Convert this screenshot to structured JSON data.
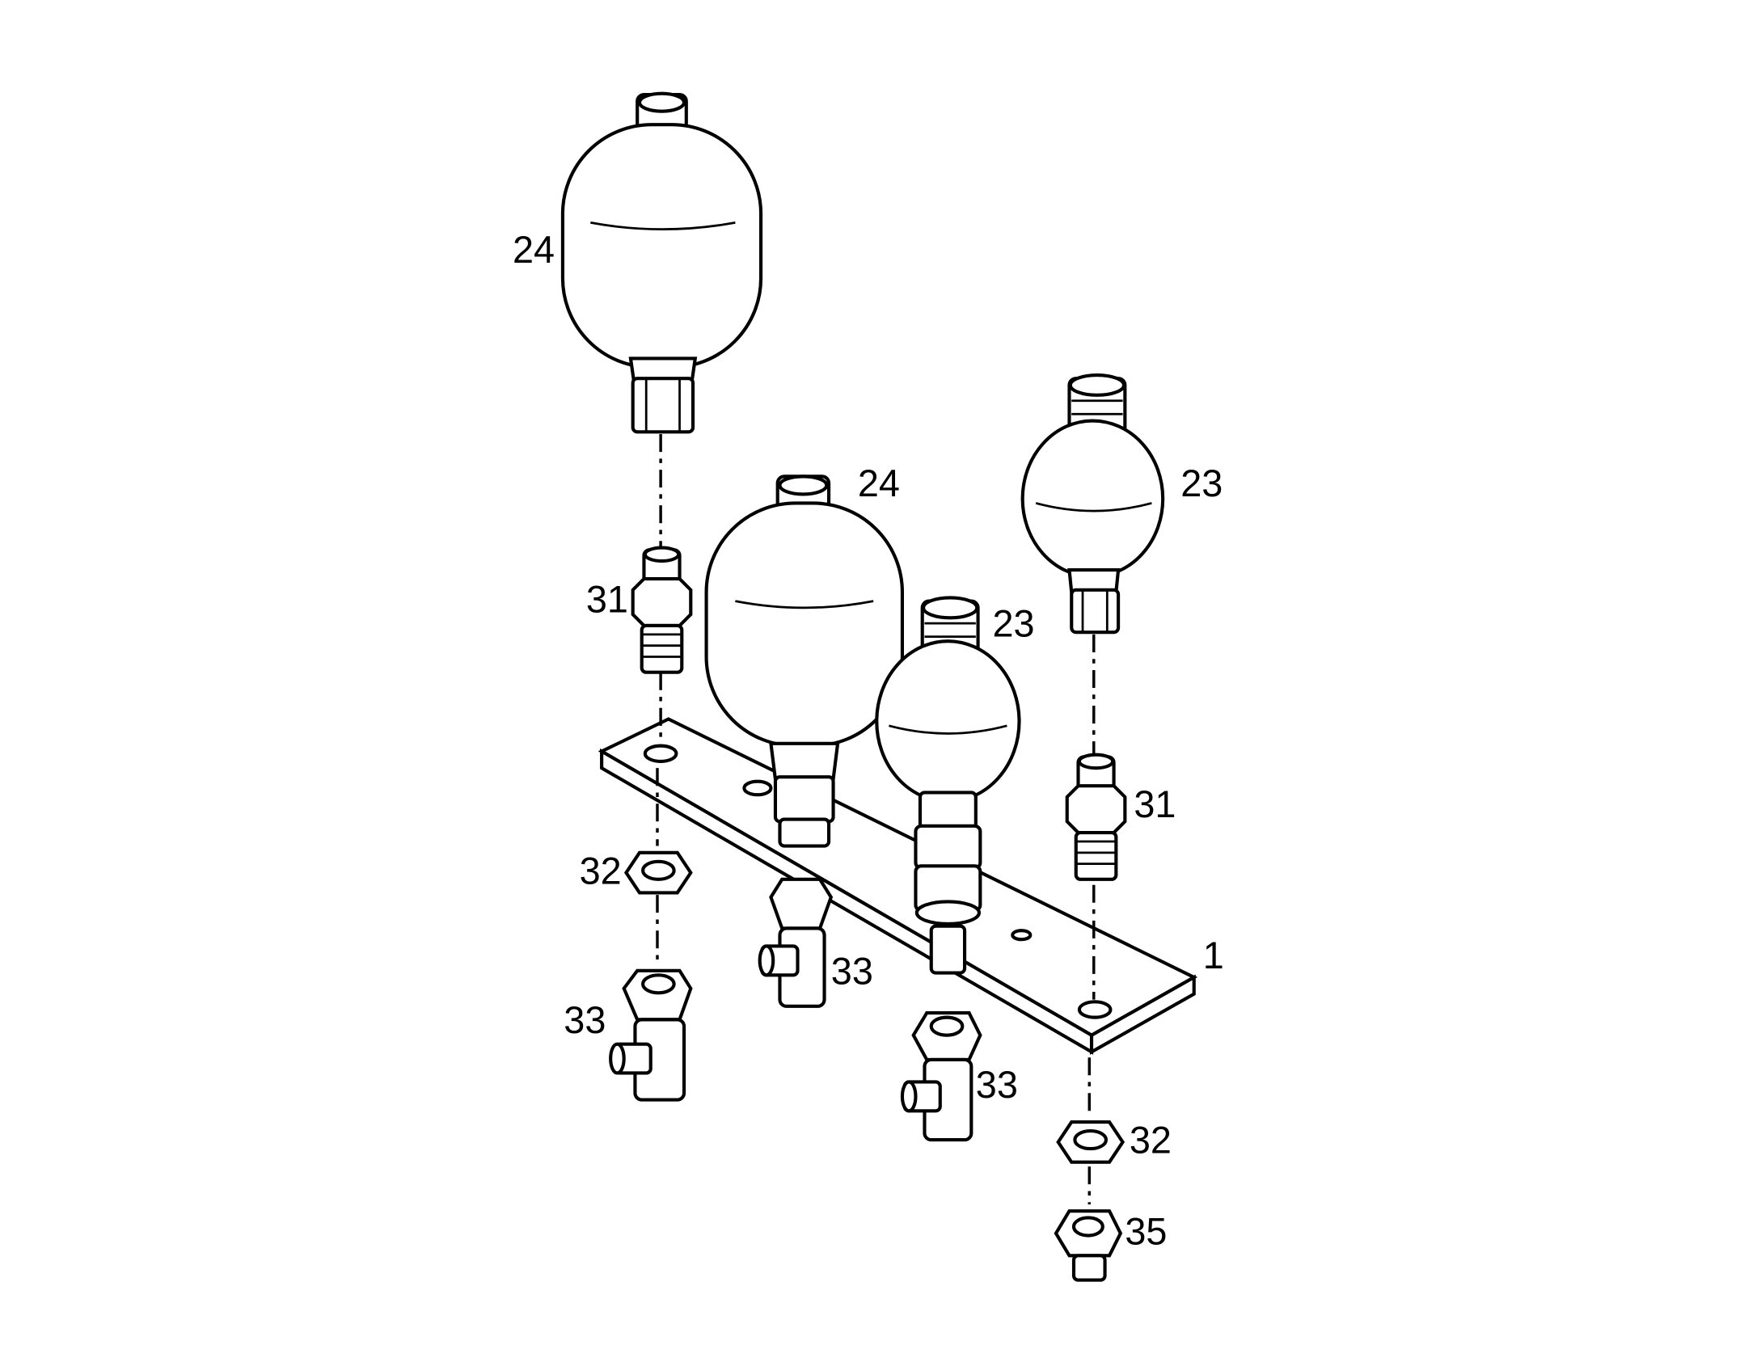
{
  "callouts": [
    {
      "id": "24-upper",
      "text": "24"
    },
    {
      "id": "24-lower",
      "text": "24"
    },
    {
      "id": "23-right",
      "text": "23"
    },
    {
      "id": "23-middle",
      "text": "23"
    },
    {
      "id": "31-left",
      "text": "31"
    },
    {
      "id": "31-right",
      "text": "31"
    },
    {
      "id": "32-left",
      "text": "32"
    },
    {
      "id": "32-right",
      "text": "32"
    },
    {
      "id": "33-left",
      "text": "33"
    },
    {
      "id": "33-center",
      "text": "33"
    },
    {
      "id": "33-right",
      "text": "33"
    },
    {
      "id": "1",
      "text": "1"
    },
    {
      "id": "35",
      "text": "35"
    }
  ]
}
